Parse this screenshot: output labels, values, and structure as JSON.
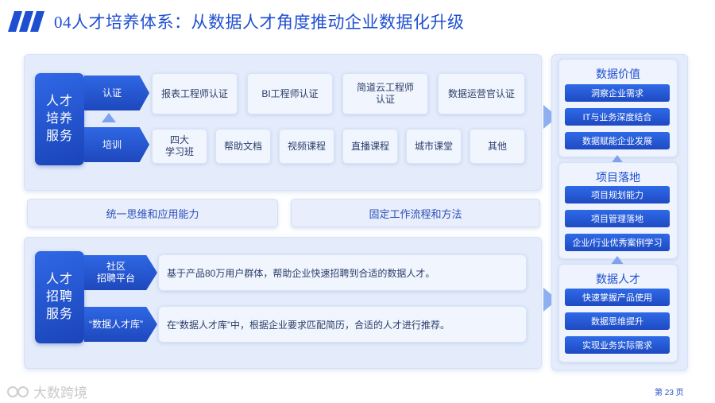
{
  "header": {
    "title": "04人才培养体系：从数据人才角度推动企业数据化升级"
  },
  "training_service": {
    "label": "人才\n培养\n服务",
    "certification": {
      "label": "认证",
      "items": [
        "报表工程师认证",
        "BI工程师认证",
        "简道云工程师\n认证",
        "数据运营官认证"
      ]
    },
    "training": {
      "label": "培训",
      "items": [
        "四大\n学习班",
        "帮助文档",
        "视频课程",
        "直播课程",
        "城市课堂",
        "其他"
      ]
    }
  },
  "middle": {
    "left": "统一思维和应用能力",
    "right": "固定工作流程和方法"
  },
  "recruit_service": {
    "label": "人才\n招聘\n服务",
    "rows": [
      {
        "label": "社区\n招聘平台",
        "desc": "基于产品80万用户群体，帮助企业快速招聘到合适的数据人才。"
      },
      {
        "label": "“数据人才库”",
        "desc": "在“数据人才库”中，根据企业要求匹配简历，合适的人才进行推荐。"
      }
    ]
  },
  "right_column": {
    "groups": [
      {
        "title": "数据价值",
        "items": [
          "洞察企业需求",
          "IT与业务深度结合",
          "数据赋能企业发展"
        ]
      },
      {
        "title": "项目落地",
        "items": [
          "项目规划能力",
          "项目管理落地",
          "企业/行业优秀案例学习"
        ]
      },
      {
        "title": "数据人才",
        "items": [
          "快速掌握产品使用",
          "数据思维提升",
          "实现业务实际需求"
        ]
      }
    ]
  },
  "footer": {
    "brand": "大数跨境",
    "page": "第 23 页"
  },
  "colors": {
    "accent": "#1f4fd1",
    "panel": "#e4ecfb",
    "pill": "#2f6ae8"
  }
}
